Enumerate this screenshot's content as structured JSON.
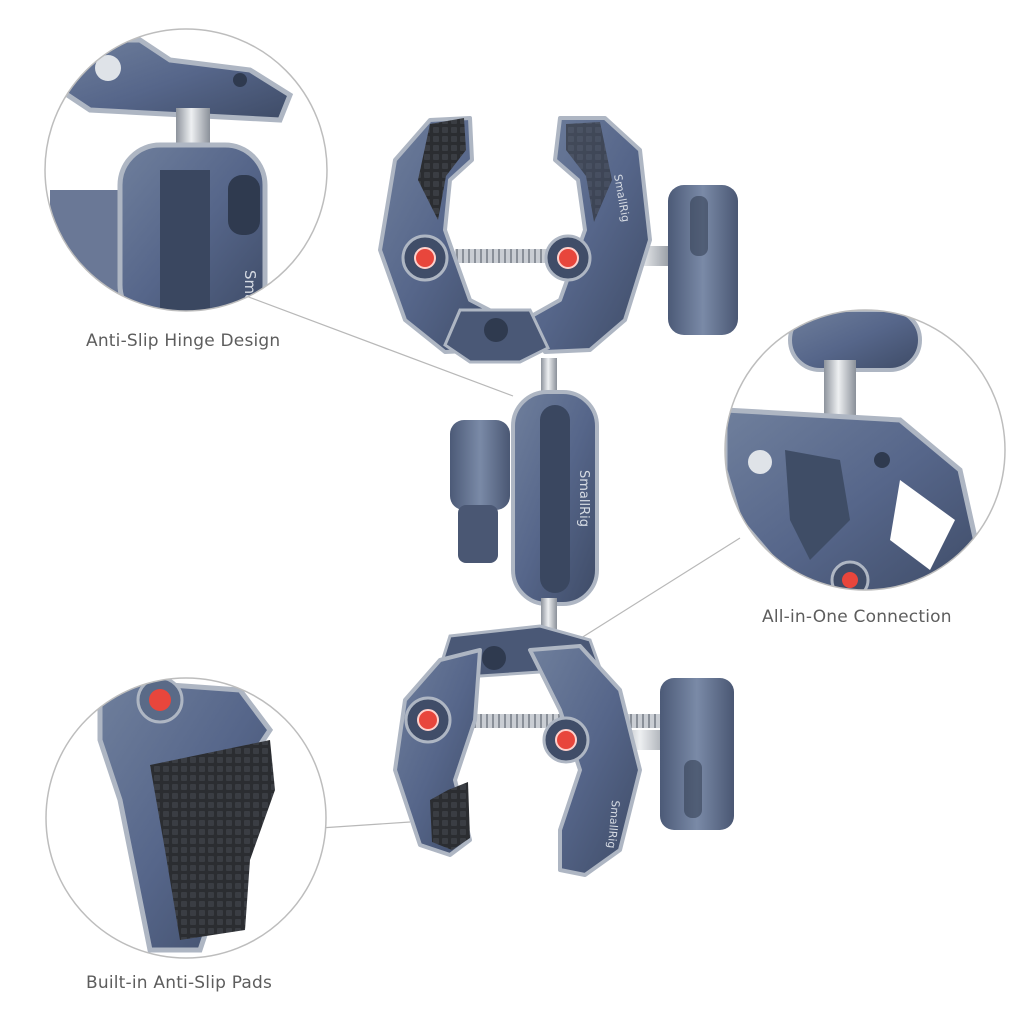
{
  "callouts": {
    "hinge": {
      "label": "Anti-Slip Hinge Design"
    },
    "connection": {
      "label": "All-in-One Connection"
    },
    "pads": {
      "label": "Built-in Anti-Slip Pads"
    }
  },
  "brand": {
    "engraving": "SmallRig"
  },
  "colors": {
    "body": "#5a6a87",
    "body_dark": "#3f4d66",
    "bevel": "#aeb6c3",
    "pad": "#2b2d31",
    "accent": "#e8463c",
    "steel": "#c9cdd3",
    "caption": "#5d5d5d",
    "ring": "#bdbdbd"
  }
}
